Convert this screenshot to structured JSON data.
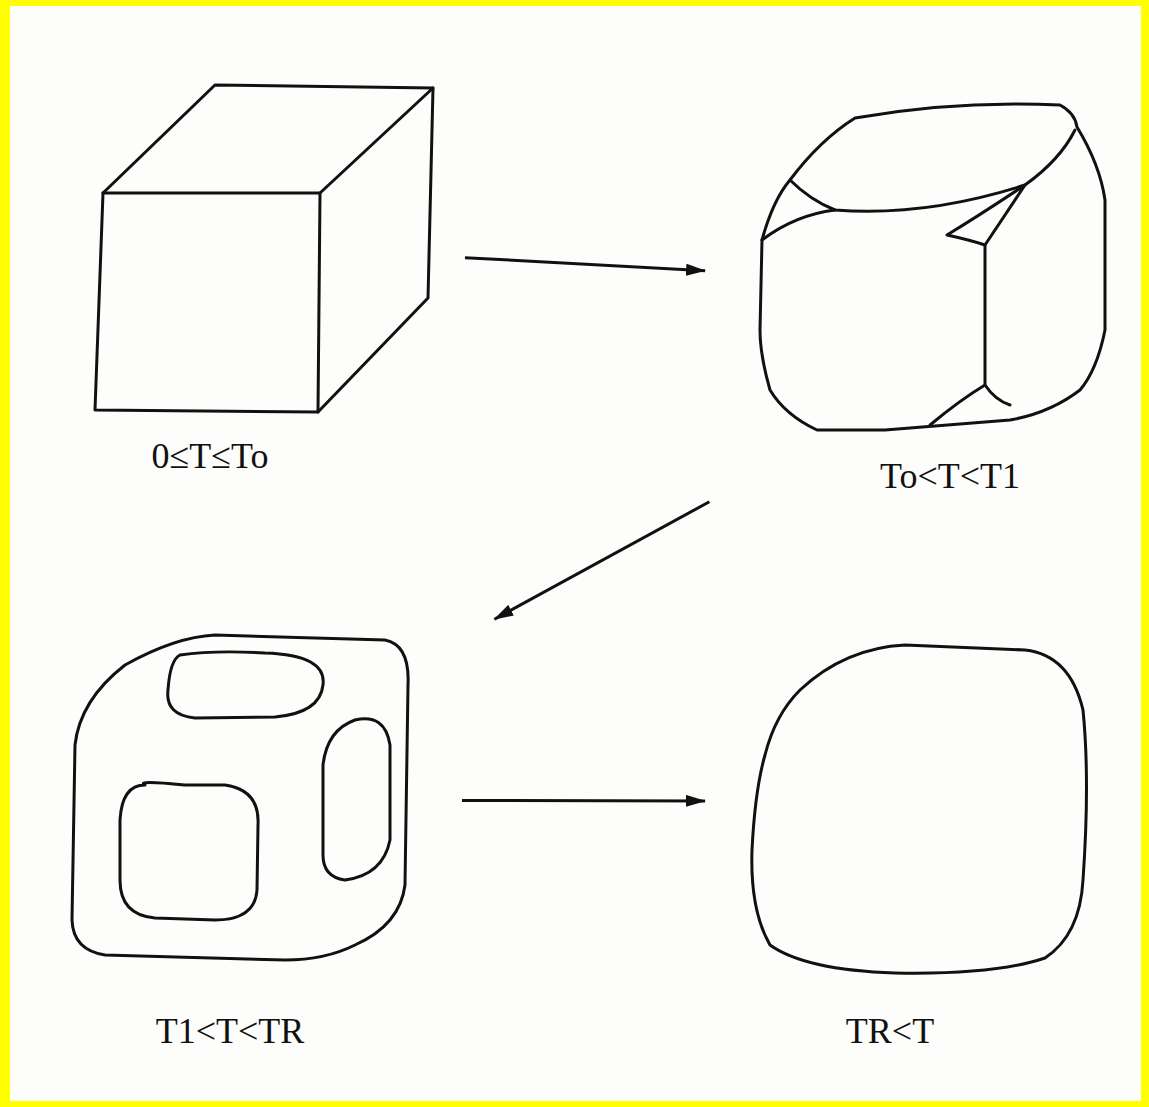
{
  "diagram": {
    "nodes": [
      {
        "text": [
          "0≤T≤To"
        ]
      },
      {
        "text": [
          "To<T<T1"
        ]
      },
      {
        "text": [
          "T1<T<TR"
        ]
      },
      {
        "text": [
          "TR<T"
        ]
      }
    ],
    "edges": [
      {
        "from": 0,
        "to": 1,
        "arrow": "to"
      },
      {
        "from": 1,
        "to": 2,
        "arrow": "to"
      },
      {
        "from": 2,
        "to": 3,
        "arrow": "to"
      }
    ]
  }
}
